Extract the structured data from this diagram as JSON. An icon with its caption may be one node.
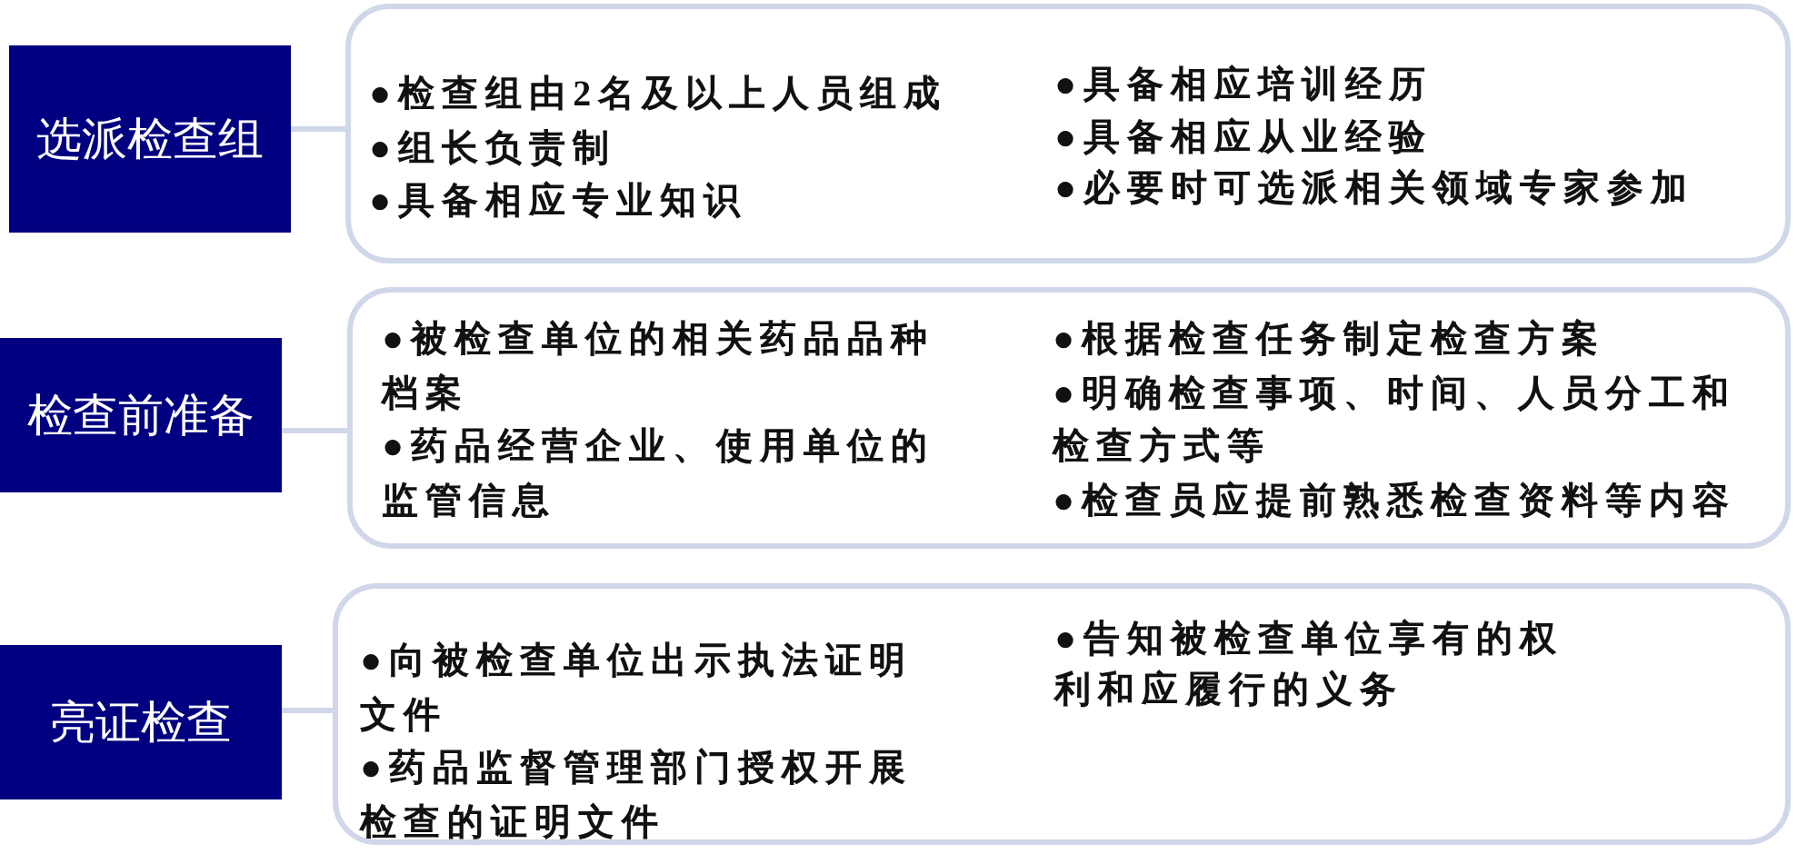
{
  "diagram": {
    "nodes": [
      {
        "text": [
          "选派检查组"
        ]
      },
      {
        "text": [
          "●检查组由2名及以上人员组成",
          "●组长负责制",
          "●具备相应专业知识",
          "●具备相应培训经历",
          "●具备相应从业经验",
          "●必要时可选派相关领域专家参加"
        ]
      },
      {
        "text": [
          "检查前准备"
        ]
      },
      {
        "text": [
          "●被检查单位的相关药品品种档案",
          "●药品经营企业、使用单位的监管信息",
          "●根据检查任务制定检查方案",
          "●明确检查事项、时间、人员分工和检查方式等",
          "●检查员应提前熟悉检查资料等内容"
        ]
      },
      {
        "text": [
          "亮证检查"
        ]
      },
      {
        "text": [
          "●向被检查单位出示执法证明文件",
          "●药品监督管理部门授权开展检查的证明文件",
          "●告知被检查单位享有的权利和应履行的义务"
        ]
      }
    ],
    "edges": [
      {
        "from": 0,
        "to": 1,
        "arrow": "none"
      },
      {
        "from": 2,
        "to": 3,
        "arrow": "none"
      },
      {
        "from": 4,
        "to": 5,
        "arrow": "none"
      }
    ]
  }
}
